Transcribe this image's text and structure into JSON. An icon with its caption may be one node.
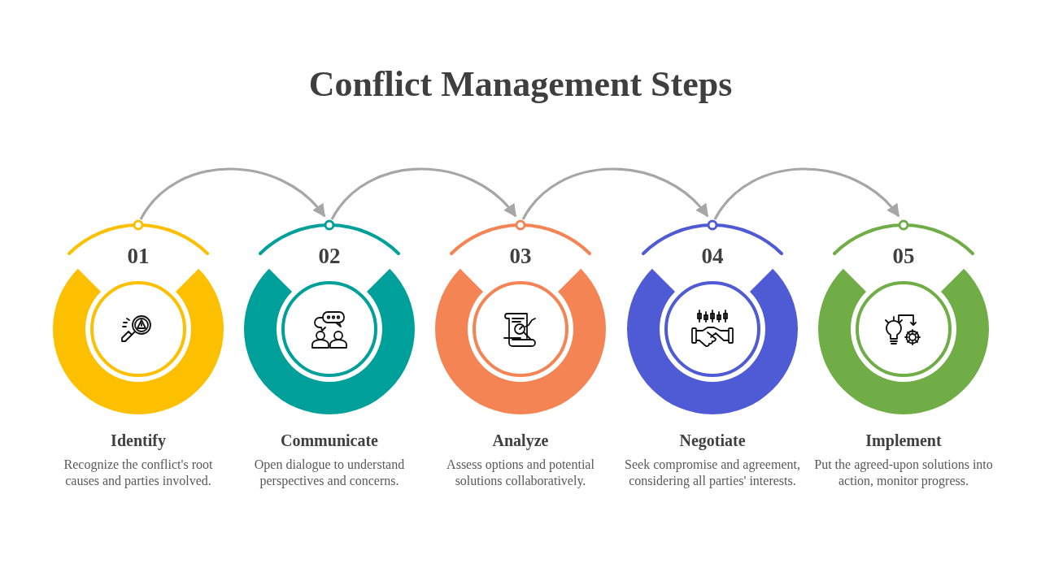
{
  "diagram": {
    "title": "Conflict Management Steps",
    "nodes": [
      {
        "text": [
          "01",
          "Identify",
          "Recognize the conflict's root causes and parties involved."
        ]
      },
      {
        "text": [
          "02",
          "Communicate",
          "Open dialogue to understand perspectives and concerns."
        ]
      },
      {
        "text": [
          "03",
          "Analyze",
          "Assess options and potential solutions collaboratively."
        ]
      },
      {
        "text": [
          "04",
          "Negotiate",
          "Seek compromise and agreement, considering all parties' interests."
        ]
      },
      {
        "text": [
          "05",
          "Implement",
          "Put the agreed-upon solutions into action, monitor progress."
        ]
      }
    ],
    "edges": [
      {
        "from": 0,
        "to": 1,
        "arrow": "to"
      },
      {
        "from": 1,
        "to": 2,
        "arrow": "to"
      },
      {
        "from": 2,
        "to": 3,
        "arrow": "to"
      },
      {
        "from": 3,
        "to": 4,
        "arrow": "to"
      }
    ]
  }
}
